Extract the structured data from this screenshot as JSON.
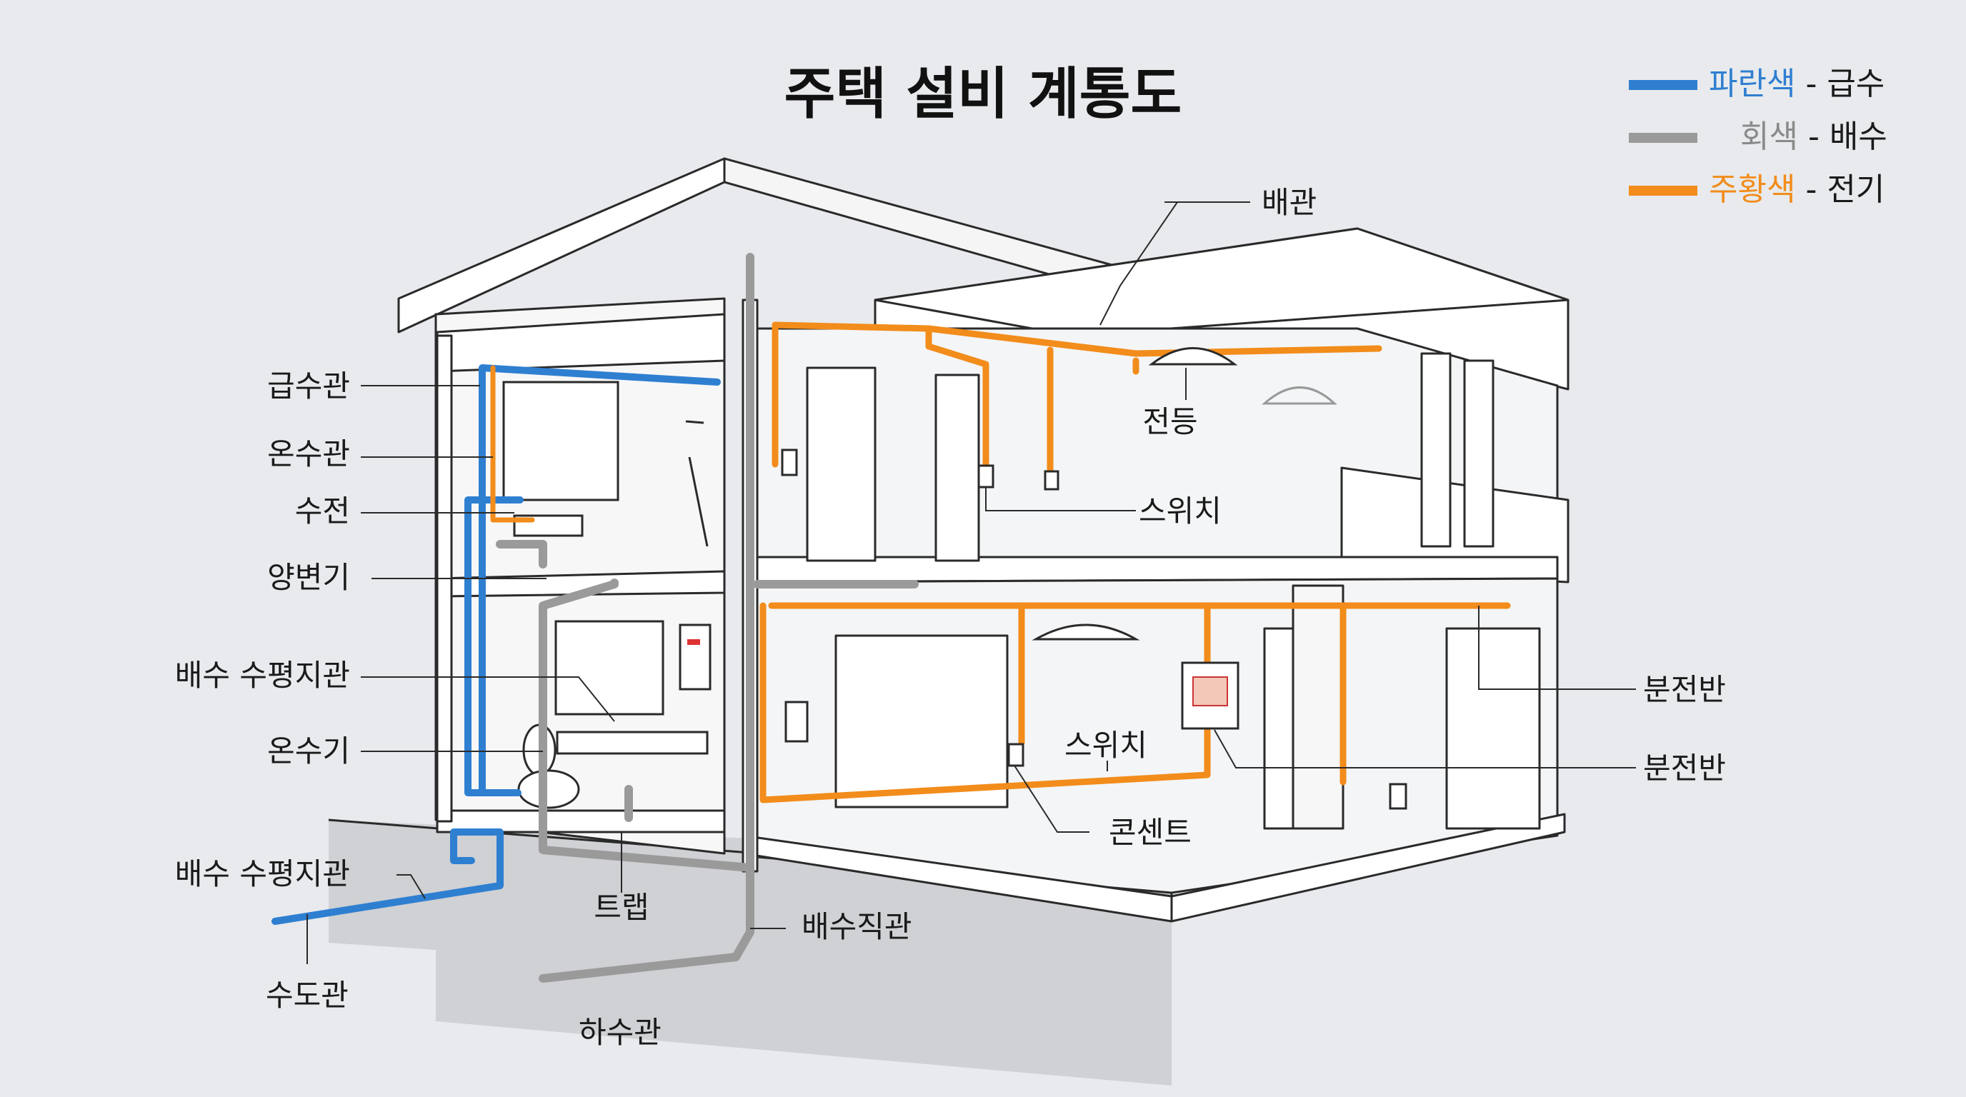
{
  "title": "주택 설비 계통도",
  "legend": [
    {
      "color_name": "파란색",
      "desc": "급수",
      "color": "#2f7fd1",
      "text_color": "#2f7fd1"
    },
    {
      "color_name": "회색",
      "desc": "배수",
      "color": "#9a9a9a",
      "text_color": "#8a8a8a"
    },
    {
      "color_name": "주황색",
      "desc": "전기",
      "color": "#f28c1b",
      "text_color": "#f28c1b"
    }
  ],
  "legend_separator": " - ",
  "labels": {
    "supply_pipe": "급수관",
    "hot_water_pipe": "온수관",
    "faucet": "수전",
    "toilet": "양변기",
    "drain_horizontal_1": "배수 수평지관",
    "water_heater": "온수기",
    "drain_horizontal_2": "배수 수평지관",
    "water_main": "수도관",
    "sewer_pipe": "하수관",
    "trap": "트랩",
    "drain_stack": "배수직관",
    "piping": "배관",
    "light": "전등",
    "switch_upper": "스위치",
    "switch_lower": "스위치",
    "outlet": "콘센트",
    "panel_1": "분전반",
    "panel_2": "분전반"
  },
  "colors": {
    "water": "#2f7fd1",
    "drain": "#9a9a9a",
    "electric": "#f28c1b",
    "background": "#e8eaed",
    "wall": "#ffffff",
    "outline": "#2a2a2a"
  }
}
